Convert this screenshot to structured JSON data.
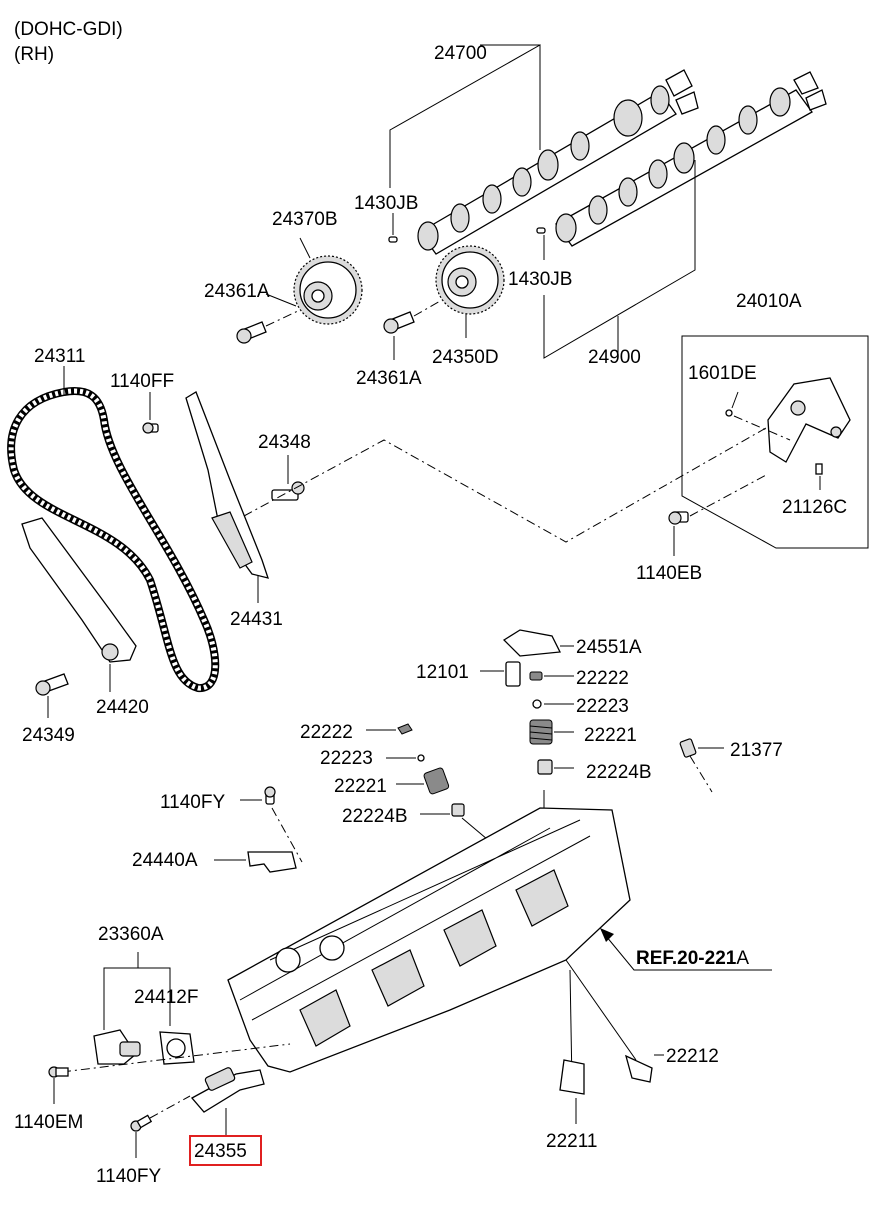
{
  "header": {
    "engine": "(DOHC-GDI)",
    "side": "(RH)"
  },
  "reference": {
    "prefix": "REF.20-221",
    "suffix": "A"
  },
  "highlighted_part": "24355",
  "labels": {
    "p24700": "24700",
    "p1430jb_a": "1430JB",
    "p24370b": "24370B",
    "p24361a_a": "24361A",
    "p1430jb_b": "1430JB",
    "p24350d": "24350D",
    "p24361a_b": "24361A",
    "p24900": "24900",
    "p24010a": "24010A",
    "p1601de": "1601DE",
    "p21126c": "21126C",
    "p1140eb": "1140EB",
    "p24311": "24311",
    "p1140ff": "1140FF",
    "p24348": "24348",
    "p24431": "24431",
    "p24420": "24420",
    "p24349": "24349",
    "p24551a": "24551A",
    "p12101": "12101",
    "p22222_r": "22222",
    "p22223_r": "22223",
    "p22221_r": "22221",
    "p22224b_r": "22224B",
    "p21377": "21377",
    "p22222_l": "22222",
    "p22223_l": "22223",
    "p22221_l": "22221",
    "p22224b_l": "22224B",
    "p1140fy_a": "1140FY",
    "p24440a": "24440A",
    "p23360a": "23360A",
    "p24412f": "24412F",
    "p1140em": "1140EM",
    "p24355": "24355",
    "p1140fy_b": "1140FY",
    "p22212": "22212",
    "p22211": "22211"
  }
}
